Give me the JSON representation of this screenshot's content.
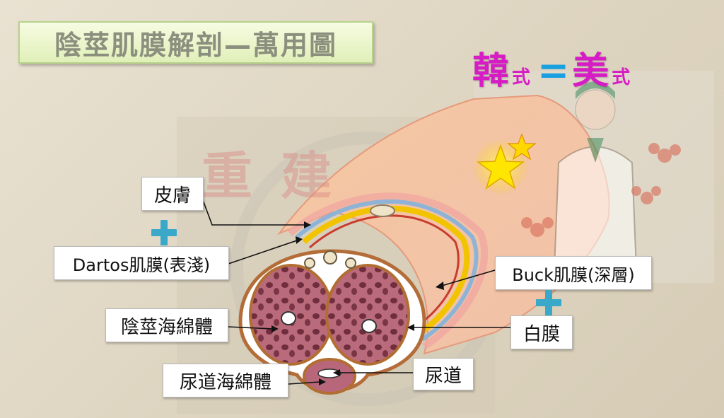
{
  "title": "陰莖肌膜解剖—萬用圖",
  "korean_header": {
    "part1": "韓",
    "small1": "式",
    "equals": "=",
    "part2": "美",
    "small2": "式"
  },
  "watermark_text": "重建",
  "labels": {
    "skin": "皮膚",
    "dartos": "Dartos肌膜(表淺)",
    "corpora_cavernosa": "陰莖海綿體",
    "corpus_spongiosum": "尿道海綿體",
    "buck": "Buck肌膜(深層)",
    "tunica": "白膜",
    "urethra": "尿道"
  },
  "colors": {
    "title_text": "#8a8f7e",
    "korean_text": "#d61cc4",
    "equals": "#1aa0e0",
    "plus": "#3aa8c9"
  }
}
